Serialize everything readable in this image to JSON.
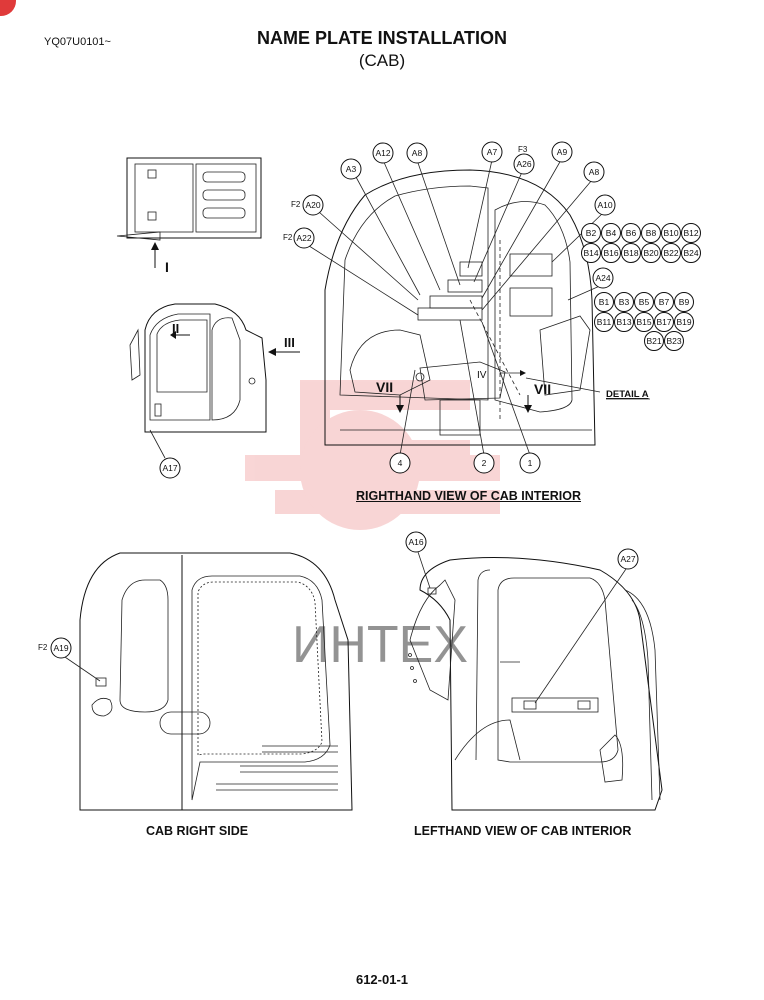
{
  "header": {
    "code": "YQ07U0101~",
    "title": "NAME PLATE INSTALLATION",
    "subtitle": "(CAB)"
  },
  "captions": {
    "righthand": "RIGHTHAND VIEW OF CAB INTERIOR",
    "right_side": "CAB RIGHT SIDE",
    "lefthand": "LEFTHAND VIEW OF CAB INTERIOR",
    "detail": "DETAIL A"
  },
  "views": {
    "top_arrow": "I",
    "side_arrow_2": "II",
    "side_arrow_3": "III",
    "inner_4": "IV",
    "seven_left": "VII",
    "seven_right": "VII"
  },
  "prefixes": {
    "f3": "F3",
    "f2_a20": "F2",
    "f2_a22": "F2",
    "f2_a19": "F2"
  },
  "callouts": {
    "a3": "A3",
    "a12": "A12",
    "a8_top": "A8",
    "a7": "A7",
    "a26": "A26",
    "a9": "A9",
    "a8_right": "A8",
    "a10": "A10",
    "a20": "A20",
    "a22": "A22",
    "a24": "A24",
    "a17": "A17",
    "a16": "A16",
    "a27": "A27",
    "a19": "A19",
    "b2": "B2",
    "b4": "B4",
    "b6": "B6",
    "b8": "B8",
    "b10": "B10",
    "b12": "B12",
    "b14": "B14",
    "b16": "B16",
    "b18": "B18",
    "b20": "B20",
    "b22": "B22",
    "b24": "B24",
    "b1": "B1",
    "b3": "B3",
    "b5": "B5",
    "b7": "B7",
    "b9": "B9",
    "b11": "B11",
    "b13": "B13",
    "b15": "B15",
    "b17": "B17",
    "b19": "B19",
    "b21": "B21",
    "b23": "B23",
    "n4": "4",
    "n2": "2",
    "n1": "1"
  },
  "watermark": {
    "text": "ИНТЕХ"
  },
  "footer": {
    "page_number": "612-01-1"
  },
  "colors": {
    "watermark": "#e86a6a",
    "corner_badge": "#e03a3a",
    "ink": "#111111"
  }
}
